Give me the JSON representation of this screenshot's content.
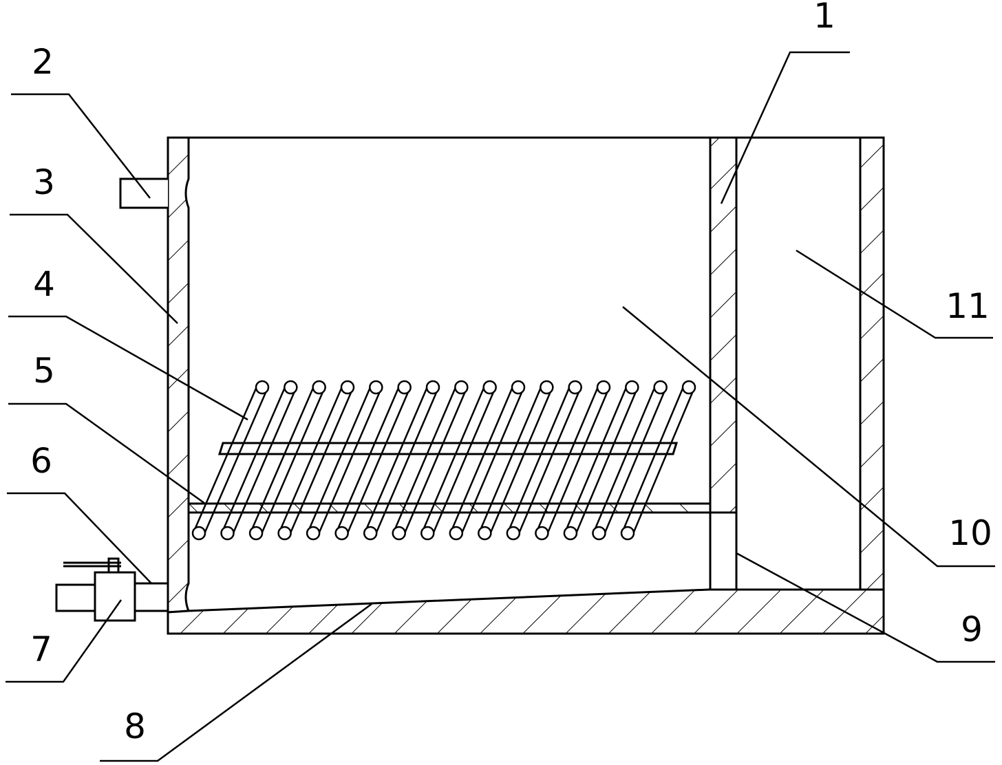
{
  "labels": {
    "l1": "1",
    "l2": "2",
    "l3": "3",
    "l4": "4",
    "l5": "5",
    "l6": "6",
    "l7": "7",
    "l8": "8",
    "l9": "9",
    "l10": "10",
    "l11": "11"
  },
  "colors": {
    "line": "#000000",
    "background": "#ffffff"
  }
}
